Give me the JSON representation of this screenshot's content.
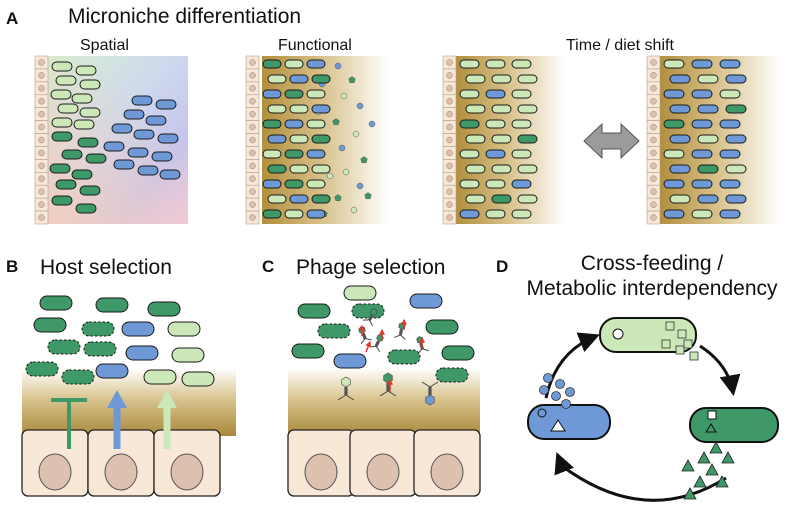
{
  "panels": {
    "a": {
      "letter": "A",
      "title": "Microniche differentiation",
      "subtitles": {
        "spatial": "Spatial",
        "functional": "Functional",
        "time": "Time / diet shift"
      }
    },
    "b": {
      "letter": "B",
      "title": "Host selection"
    },
    "c": {
      "letter": "C",
      "title": "Phage selection"
    },
    "d": {
      "letter": "D",
      "title_line1": "Cross-feeding /",
      "title_line2": "Metabolic interdependency"
    }
  },
  "colors": {
    "dark_green": "#3f9868",
    "light_green": "#cde8b8",
    "blue": "#6f99d6",
    "mucus_brown": "#b89b4c",
    "epithelium": "#f8e8d8",
    "nucleus": "#ddc0ad",
    "outline": "#1a1a1a",
    "gray_arrow": "#9b9b9b",
    "phage_red": "#e0392b"
  }
}
